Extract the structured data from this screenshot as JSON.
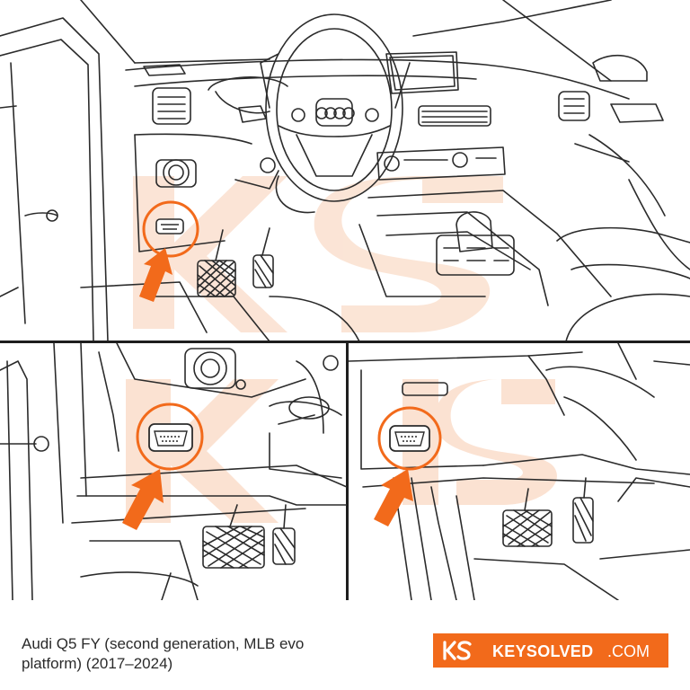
{
  "caption": {
    "line1": "Audi Q5 FY (second generation, MLB evo",
    "line2": "platform) (2017–2024)"
  },
  "brand": {
    "name": "KEYSOLVED",
    "tld": ".COM",
    "color": "#F26A1B",
    "icon": "keysolved-logo-icon"
  },
  "colors": {
    "line": "#2b2b2b",
    "accent": "#F26A1B",
    "watermark": "#F9D9C4"
  },
  "panels": [
    {
      "id": "overview",
      "icon": "obd-port-icon"
    },
    {
      "id": "left-closeup",
      "icon": "obd-port-icon"
    },
    {
      "id": "right-closeup",
      "icon": "obd-port-icon"
    }
  ]
}
